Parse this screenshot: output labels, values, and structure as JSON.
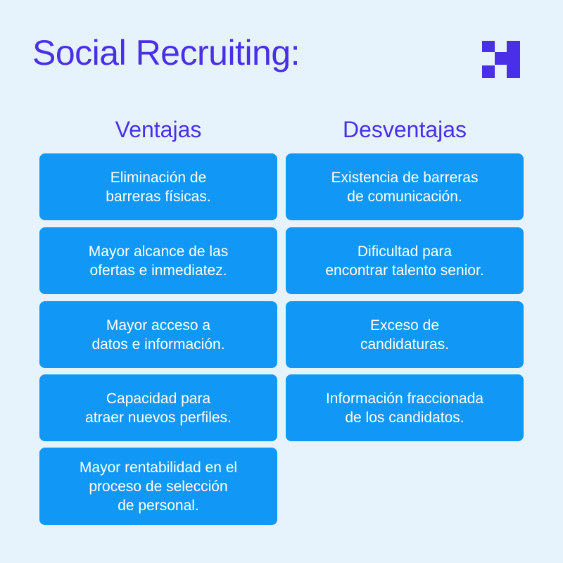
{
  "header": {
    "title": "Social Recruiting:",
    "logo_icon": "h-block-logo-icon"
  },
  "colors": {
    "background": "#e6f3fd",
    "accent": "#4a2fe8",
    "card": "#1198f6",
    "card_text": "#ffffff"
  },
  "ventajas": {
    "heading": "Ventajas",
    "items": [
      {
        "text": "Eliminación de\nbarreras físicas."
      },
      {
        "text": "Mayor alcance de las\nofertas e inmediatez."
      },
      {
        "text": "Mayor acceso a\ndatos e información."
      },
      {
        "text": "Capacidad para\natraer nuevos perfiles."
      },
      {
        "text": "Mayor rentabilidad en el\nproceso de selección\nde personal."
      }
    ]
  },
  "desventajas": {
    "heading": "Desventajas",
    "items": [
      {
        "text": "Existencia de barreras\nde comunicación."
      },
      {
        "text": "Dificultad para\nencontrar talento senior."
      },
      {
        "text": "Exceso de\ncandidaturas."
      },
      {
        "text": "Información fraccionada\nde los candidatos."
      }
    ]
  }
}
